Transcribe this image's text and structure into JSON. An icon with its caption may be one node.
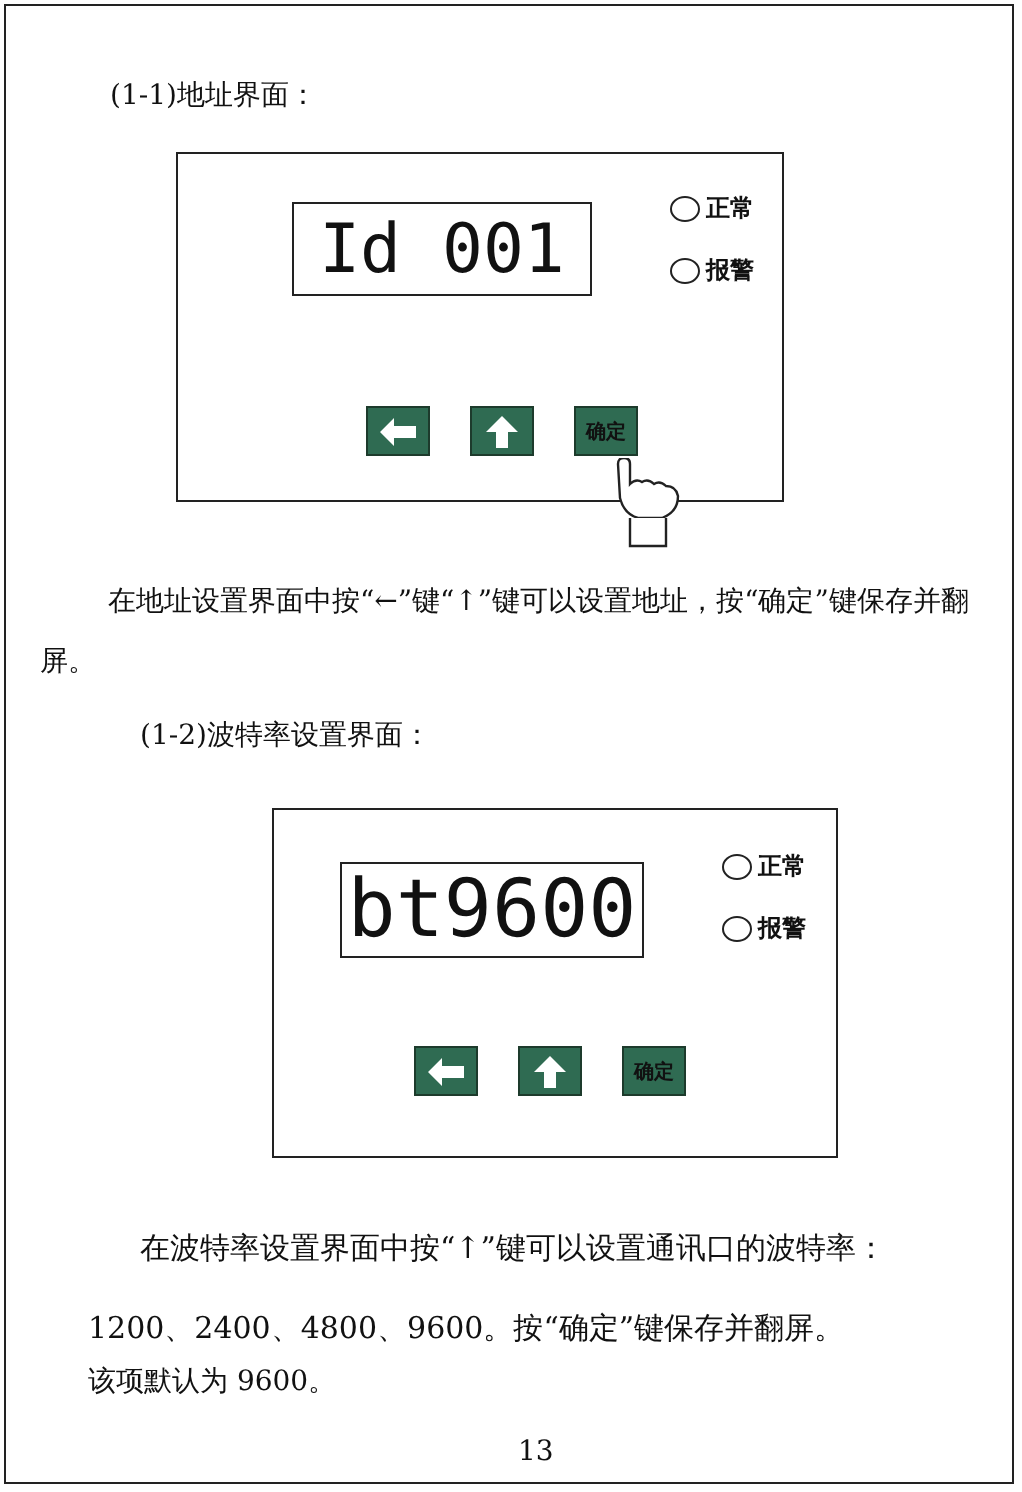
{
  "diagram": {
    "nodes": [
      {
        "text": [],
        "shape": "box"
      },
      {
        "text": [
          "Id 001"
        ],
        "in": 0
      },
      {
        "text": [
          "正常"
        ],
        "in": 0
      },
      {
        "text": [
          "报警"
        ],
        "in": 0
      },
      {
        "text": [],
        "shape": "box",
        "in": 0
      },
      {
        "text": [],
        "shape": "box",
        "in": 0
      },
      {
        "text": [
          "确定"
        ],
        "in": 0
      },
      {
        "text": [],
        "shape": "box"
      },
      {
        "text": [
          "bt9600"
        ],
        "in": 7
      },
      {
        "text": [
          "正常"
        ],
        "in": 7
      },
      {
        "text": [
          "报警"
        ],
        "in": 7
      },
      {
        "text": [],
        "shape": "box",
        "in": 7
      },
      {
        "text": [],
        "shape": "box",
        "in": 7
      },
      {
        "text": [
          "确定"
        ],
        "in": 7
      }
    ],
    "labels": [
      "(1-1)地址界面：",
      "在地址设置界面中按“←”键“↑”键可以设置地址，按“确定”键保存并翻屏。",
      "(1-2)波特率设置界面：",
      "在波特率设置界面中按“↑”键可以设置通讯口的波特率：1200、2400、4800、9600。按“确定”键保存并翻屏。",
      "该项默认为 9600。",
      "13"
    ]
  }
}
